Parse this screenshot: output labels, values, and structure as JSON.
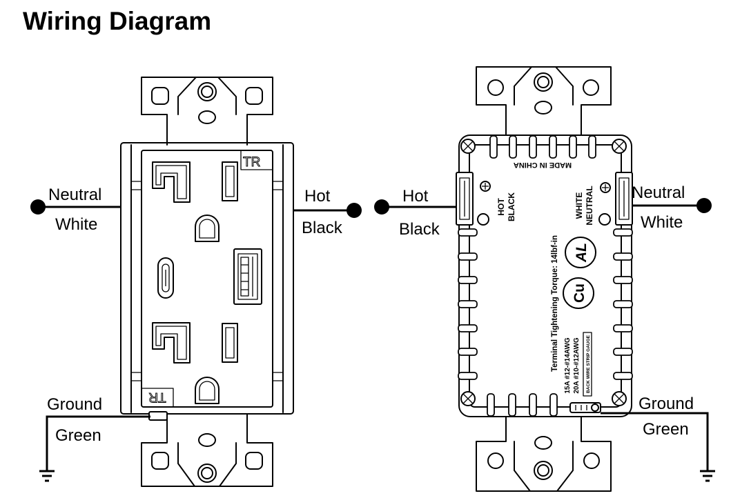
{
  "title": "Wiring Diagram",
  "front": {
    "neutral": {
      "label": "Neutral",
      "wire_color": "White"
    },
    "hot": {
      "label": "Hot",
      "wire_color": "Black"
    },
    "ground": {
      "label": "Ground",
      "wire_color": "Green"
    },
    "tr_top": "TR",
    "tr_bottom": "TR"
  },
  "back": {
    "hot": {
      "label": "Hot",
      "wire_color": "Black"
    },
    "neutral": {
      "label": "Neutral",
      "wire_color": "White"
    },
    "ground": {
      "label": "Ground",
      "wire_color": "Green"
    },
    "made_in": "MADE IN CHINA",
    "hot_terminal": [
      "HOT",
      "BLACK"
    ],
    "neutral_terminal": [
      "WHITE",
      "NEUTRAL"
    ],
    "al_mark": "AL",
    "cu_mark": "Cu",
    "torque": "Terminal Tightening Torque: 14lbf-in",
    "rating_15a": "15A #12-#14AWG",
    "rating_20a": "20A #10-#12AWG",
    "strip_gauge": "BACK WIRE STRIP GAUGE"
  }
}
